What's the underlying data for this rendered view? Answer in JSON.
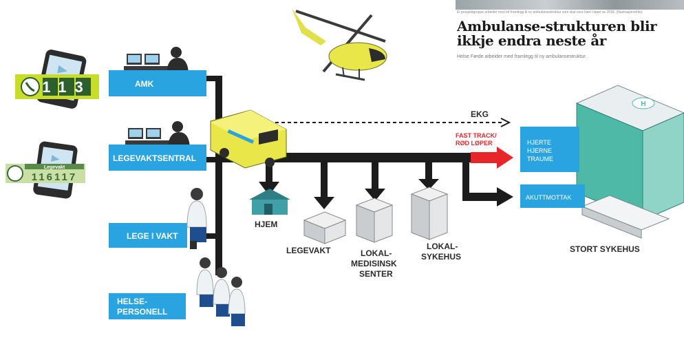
{
  "article": {
    "caption": "Ei prosjektgruppe arbeider med eit framlegg til ny ambulansestruktur som skal vere klart i løpet av 2018. (Illustrasjonsfoto)",
    "headline": "Ambulanse-strukturen blir ikkje endra neste år",
    "lead": "Helse Førde arbeider med framlegg til ny ambulansestruktur."
  },
  "phones": {
    "emergency_number": "113",
    "legevakt_label": "Legevakt",
    "legevakt_number": "116117"
  },
  "sources": {
    "amk": "AMK",
    "legevaktsentral": "LEGEVAKTSENTRAL",
    "lege_i_vakt": "LEGE I VAKT",
    "helsepersonell_1": "HELSE-",
    "helsepersonell_2": "PERSONELL"
  },
  "destinations": {
    "hjem": "HJEM",
    "legevakt": "LEGEVAKT",
    "lokalmedisinsk_1": "LOKAL-",
    "lokalmedisinsk_2": "MEDISINSK",
    "lokalmedisinsk_3": "SENTER",
    "lokalsykehus_1": "LOKAL-",
    "lokalsykehus_2": "SYKEHUS",
    "stort_sykehus": "STORT SYKEHUS"
  },
  "flows": {
    "ekg": "EKG",
    "fast_track_1": "FAST TRACK/",
    "fast_track_2": "RØD LØPER"
  },
  "hospital_units": {
    "hjerte": "HJERTE",
    "hjerne": "HJERNE",
    "traume": "TRAUME",
    "akuttmottak": "AKUTTMOTTAK"
  },
  "colors": {
    "label_blue": "#2aa4e0",
    "arrow_black": "#1c1c1c",
    "arrow_red": "#e8262a",
    "ambulance_yellow": "#e9e64a",
    "phone_green": "#c8dd2a",
    "hospital_teal": "#4fb9a8"
  },
  "icons": [
    "phone-icon",
    "operator-icon",
    "ambulance-icon",
    "helicopter-icon",
    "house-icon",
    "building-icon",
    "hospital-icon",
    "doctor-icon"
  ]
}
